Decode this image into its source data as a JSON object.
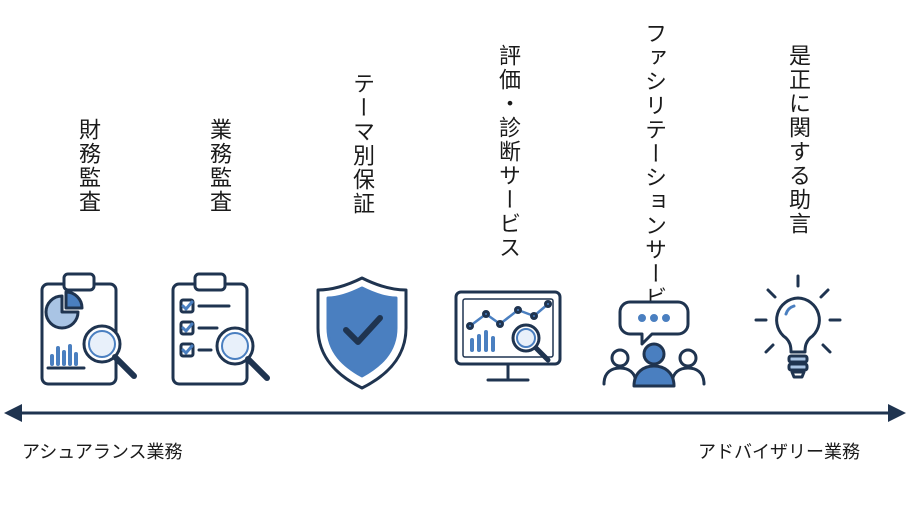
{
  "columns": [
    {
      "title": "財務監査",
      "icon": "clipboard-pie-chart-magnifier-icon"
    },
    {
      "title": "業務監査",
      "icon": "checklist-magnifier-icon"
    },
    {
      "title": "テーマ別保証",
      "icon": "shield-check-icon"
    },
    {
      "title": "評価・診断サービス",
      "icon": "monitor-chart-magnifier-icon"
    },
    {
      "title": "ファシリテーションサービス",
      "icon": "people-speech-bubble-icon"
    },
    {
      "title": "是正に関する助言",
      "icon": "lightbulb-icon"
    }
  ],
  "axis": {
    "left_label": "アシュアランス業務",
    "right_label": "アドバイザリー業務"
  },
  "colors": {
    "outline": "#1f3450",
    "accent": "#4a7fc0",
    "accent_light": "#a9c4e4",
    "fill_light": "#e8f0fa"
  }
}
